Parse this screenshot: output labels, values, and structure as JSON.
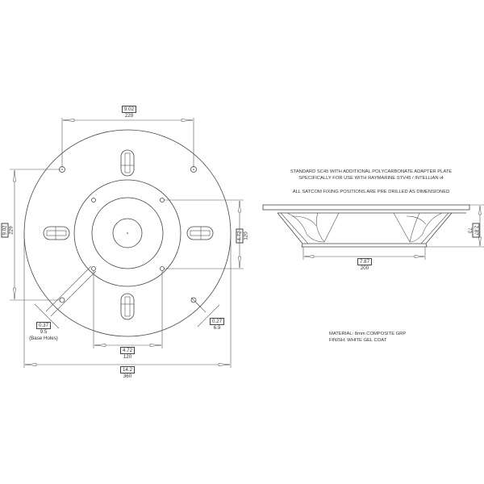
{
  "notes": {
    "line1": "STANDARD SC45 WITH ADDITIONAL POLYCARBONATE ADAPTER PLATE",
    "line2": "SPECIFICALLY FOR USE WITH RAYMARINE STV45 / INTELLIAN i4",
    "line3": "ALL SATCOM FIXING POSITIONS ARE PRE DRILLED AS DIMENSIONED",
    "material": "MATERIAL: 8mm COMPOSITE GRP",
    "finish": "FINISH: WHITE GEL COAT"
  },
  "plan_view": {
    "top_dim": {
      "inch": "9.02",
      "mm": "229"
    },
    "left_dim": {
      "inch": "9.02",
      "mm": "229"
    },
    "right_dim": {
      "inch": "4.72",
      "mm": "120"
    },
    "bottom_inner_dim": {
      "inch": "4.72",
      "mm": "120"
    },
    "overall_dim": {
      "inch": "14.2",
      "mm": "360"
    },
    "base_hole_dim": {
      "inch": "0.37",
      "mm": "9.5",
      "label": "(Base Holes)"
    },
    "small_hole_dim": {
      "inch": "0.27",
      "mm": "6.9"
    }
  },
  "side_view": {
    "width_dim": {
      "inch": "7.87",
      "mm": "200"
    },
    "height_dim": {
      "inch": "2.87",
      "mm": "73"
    }
  }
}
